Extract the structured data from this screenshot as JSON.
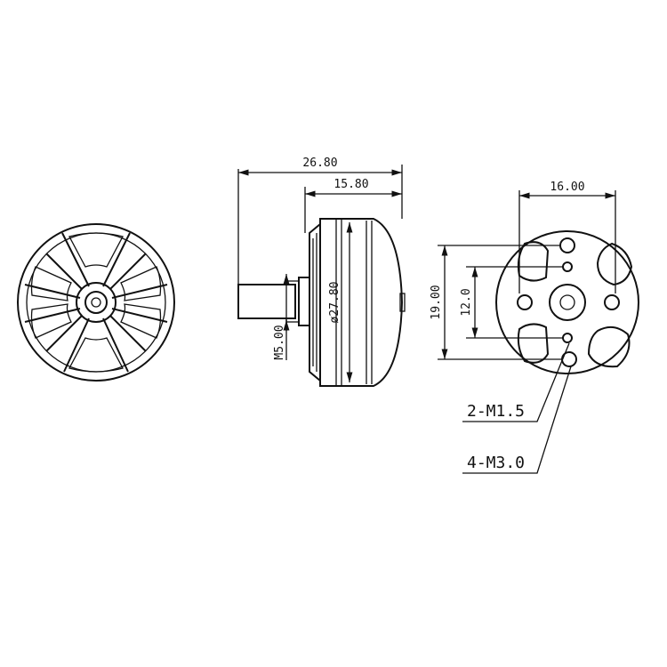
{
  "drawing": {
    "views": [
      "front-view",
      "side-view",
      "rear-view"
    ]
  },
  "dimensions": {
    "overall_length": "26.80",
    "body_length": "15.80",
    "diameter": "ø27.80",
    "shaft_thread": "M5.00",
    "mount_spacing_horizontal": "16.00",
    "mount_spacing_vertical_outer": "19.00",
    "mount_spacing_vertical_inner": "12.0"
  },
  "callouts": {
    "small_holes": "2-M1.5",
    "large_holes": "4-M3.0"
  },
  "colors": {
    "line": "#111111",
    "background": "#ffffff"
  }
}
